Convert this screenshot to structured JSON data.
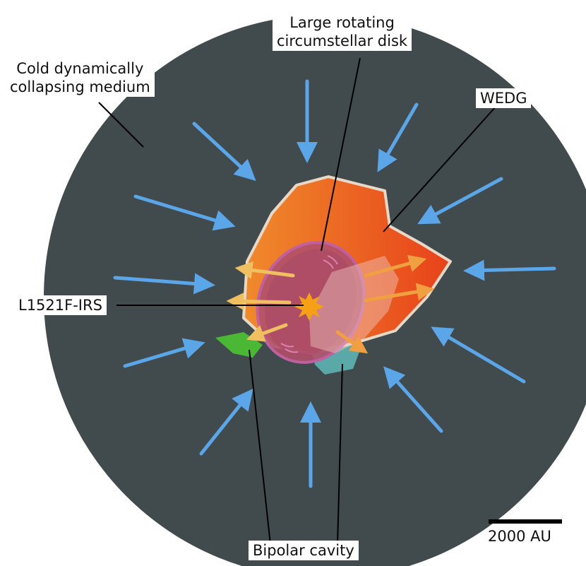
{
  "labels": {
    "cold_medium": [
      "Cold dynamically",
      "collapsing medium"
    ],
    "disk": [
      "Large rotating",
      "circumstellar disk"
    ],
    "wedg": "WEDG",
    "source": "L1521F-IRS",
    "cavity": "Bipolar cavity",
    "scale": "2000 AU"
  },
  "colors": {
    "medium": "#414a4c",
    "infall_arrow": "#5aa6e8",
    "wedg_outer": "#ea5a1c",
    "wedg_inner": "#f08a2c",
    "wedg_edge": "#e8d8c8",
    "disk": "#b0506a",
    "disk_rim": "#c060a0",
    "cavity_green": "#4ab834",
    "cavity_teal": "#5aa8a8",
    "outflow_arrow": "#f0a040",
    "cavity_arrow": "#f0c060",
    "star": "#f5a015",
    "leader": "#000000"
  }
}
